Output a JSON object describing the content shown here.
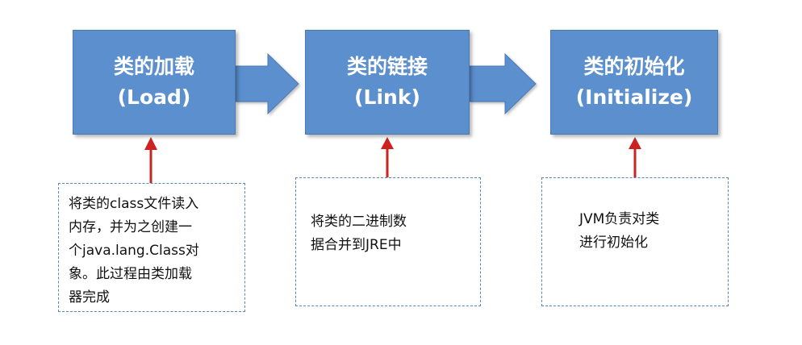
{
  "stages": [
    {
      "title": "类的加载",
      "subtitle": "(Load)"
    },
    {
      "title": "类的链接",
      "subtitle": "(Link)"
    },
    {
      "title": "类的初始化",
      "subtitle": "(Initialize)"
    }
  ],
  "notes": [
    {
      "lines": [
        "将类的class文件读入",
        "内存，并为之创建一",
        "个java.lang.Class对",
        "象。此过程由类加载",
        "器完成"
      ]
    },
    {
      "lines": [
        "将类的二进制数",
        "据合并到JRE中"
      ]
    },
    {
      "lines": [
        "JVM负责对类",
        "进行初始化"
      ]
    }
  ],
  "colors": {
    "box_fill": "#5b8fce",
    "flow_arrow": "#5b8fce",
    "pointer_arrow": "#cc2222",
    "note_border": "#5b84b8"
  }
}
